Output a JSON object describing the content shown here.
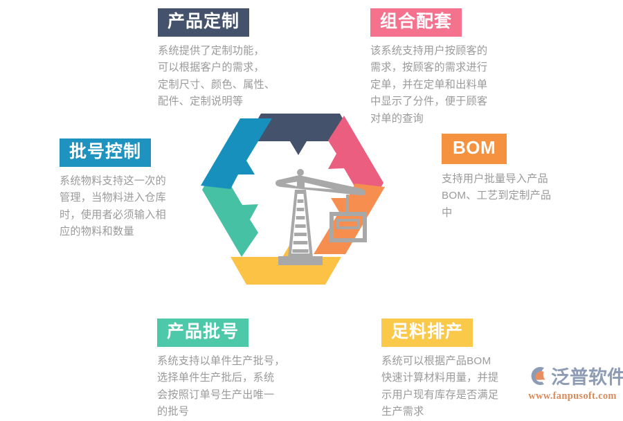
{
  "theme": {
    "background": "#ffffff",
    "body_text_color": "#9a9a9a",
    "crane_icon_color": "#a8a8a8"
  },
  "diagram": {
    "type": "hexagon-cycle",
    "center_icon": "crane-icon",
    "segments": [
      {
        "id": "top",
        "label": "产品定制",
        "color": "#44526B"
      },
      {
        "id": "upper-right",
        "label": "组合配套",
        "color": "#EC5E7F"
      },
      {
        "id": "lower-right",
        "label": "BOM",
        "color": "#F58E4F"
      },
      {
        "id": "bottom",
        "label": "足料排产",
        "color": "#FBC246"
      },
      {
        "id": "lower-left",
        "label": "产品批号",
        "color": "#46C1A3"
      },
      {
        "id": "upper-left",
        "label": "批号控制",
        "color": "#1790BE"
      }
    ]
  },
  "sections": {
    "product_customization": {
      "title": "产品定制",
      "badge_color": "#44526B",
      "text": "系统提供了定制功能，\n可以根据客户的需求，\n定制尺寸、颜色、属性、\n配件、定制说明等"
    },
    "combination_kit": {
      "title": "组合配套",
      "badge_color": "#F4728E",
      "text": "该系统支持用户按顾客的\n需求，按顾客的需求进行\n定单，并在定单和出料单\n中显示了分件，便于顾客\n对单的查询"
    },
    "batch_control": {
      "title": "批号控制",
      "badge_color": "#1E93C0",
      "text": "系统物料支持这一次的\n管理，当物料进入仓库\n时，使用者必须输入相\n应的物料和数量"
    },
    "bom": {
      "title": "BOM",
      "badge_color": "#F5923F",
      "text": "支持用户批量导入产品\nBOM、工艺到定制产品\n中"
    },
    "product_batch": {
      "title": "产品批号",
      "badge_color": "#4DC8A8",
      "text": "系统支持以单件生产批号，\n选择单件生产批后，系统\n会按照订单号生产出唯一\n的批号"
    },
    "material_scheduling": {
      "title": "足料排产",
      "badge_color": "#FBC94A",
      "text": "系统可以根据产品BOM\n快速计算材料用量，并提\n示用户现有库存是否满足\n生产需求"
    }
  },
  "logo": {
    "mark": "fanpu-circle-icon",
    "name": "泛普软件",
    "url": "www.fanpusoft.com",
    "name_color": "#8d9bb5",
    "url_color": "#d98a5a",
    "accent_color": "#e98d5e"
  }
}
